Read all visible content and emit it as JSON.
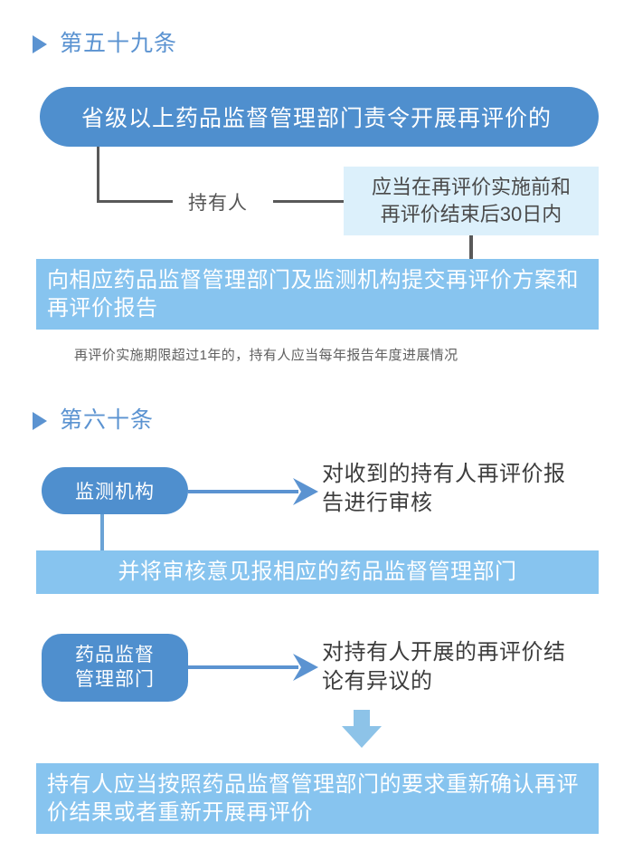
{
  "page": {
    "background": "#ffffff",
    "accent_blue": "#5b93d1",
    "box_blue": "#4f8fce",
    "bar_blue": "#87c4ef",
    "callout_pale": "#dcf0fb",
    "line_gray": "#595959",
    "arrow_blue": "#5b93d1"
  },
  "sections": [
    {
      "marker_icon": "triangle-right-icon",
      "title": "第五十九条",
      "hero_box": "省级以上药品监督管理部门责令开展再评价的",
      "edge_label": "持有人",
      "callout": "应当在再评价实施前和\n再评价结束后30日内",
      "callout_line1": "应当在再评价实施前和",
      "callout_line2": "再评价结束后30日内",
      "result_bar": "向相应药品监督管理部门及监测机构提交再评价方案和再评价报告",
      "note": "再评价实施期限超过1年的，持有人应当每年报告年度进展情况"
    },
    {
      "marker_icon": "triangle-right-icon",
      "title": "第六十条",
      "blocks": [
        {
          "actor": "监测机构",
          "actor_lines": [
            "监测机构"
          ],
          "action": "对收到的持有人再评价报告进行审核",
          "action_line1": "对收到的持有人再评价报",
          "action_line2": "告进行审核",
          "follow_bar": "并将审核意见报相应的药品监督管理部门"
        },
        {
          "actor": "药品监督管理部门",
          "actor_lines": [
            "药品监督",
            "管理部门"
          ],
          "action": "对持有人开展的再评价结论有异议的",
          "action_line1": "对持有人开展的再评价结",
          "action_line2": "论有异议的",
          "result_bar": "持有人应当按照药品监督管理部门的要求重新确认再评价结果或者重新开展再评价"
        }
      ]
    }
  ]
}
